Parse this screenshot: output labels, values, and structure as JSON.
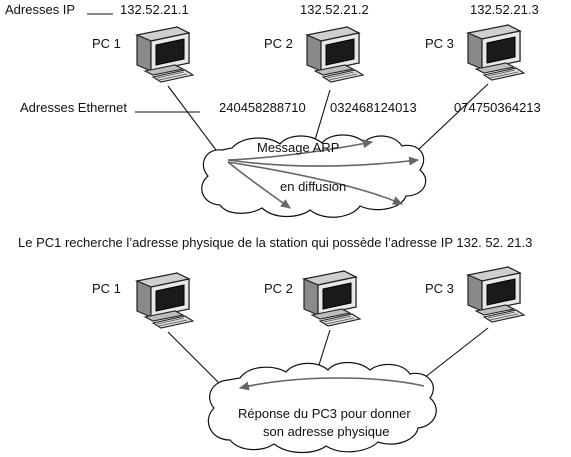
{
  "top": {
    "ip_label": "Adresses IP",
    "ip_pc1": "132.52.21.1",
    "ip_pc2": "132.52.21.2",
    "ip_pc3": "132.52.21.3",
    "pc1": "PC 1",
    "pc2": "PC 2",
    "pc3": "PC 3",
    "eth_label": "Adresses Ethernet",
    "eth_pc1": "240458288710",
    "eth_pc2": "032468124013",
    "eth_pc3": "074750364213",
    "cloud_line1": "Message ARP",
    "cloud_line2": "en diffusion"
  },
  "caption": "Le PC1 recherche l’adresse physique de la station qui possède l’adresse IP 132. 52. 21.3",
  "bottom": {
    "pc1": "PC 1",
    "pc2": "PC 2",
    "pc3": "PC 3",
    "cloud_line1": "Réponse du PC3 pour donner",
    "cloud_line2": "son adresse physique"
  },
  "icons": [
    "computer-icon",
    "cloud-icon",
    "arrow-icon"
  ]
}
